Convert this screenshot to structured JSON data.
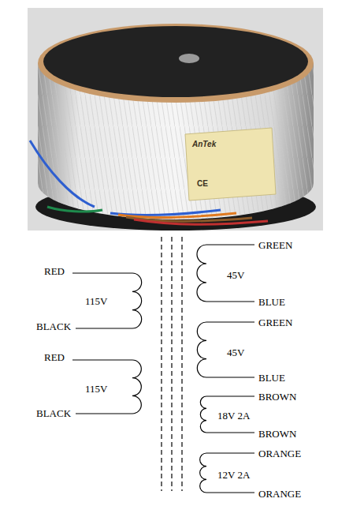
{
  "diagram": {
    "labels": [
      "AnTek",
      "CE",
      "RED",
      "115V",
      "BLACK",
      "RED",
      "115V",
      "BLACK",
      "GREEN",
      "45V",
      "BLUE",
      "GREEN",
      "45V",
      "BLUE",
      "BROWN",
      "18V 2A",
      "BROWN",
      "ORANGE",
      "12V 2A",
      "ORANGE"
    ]
  }
}
